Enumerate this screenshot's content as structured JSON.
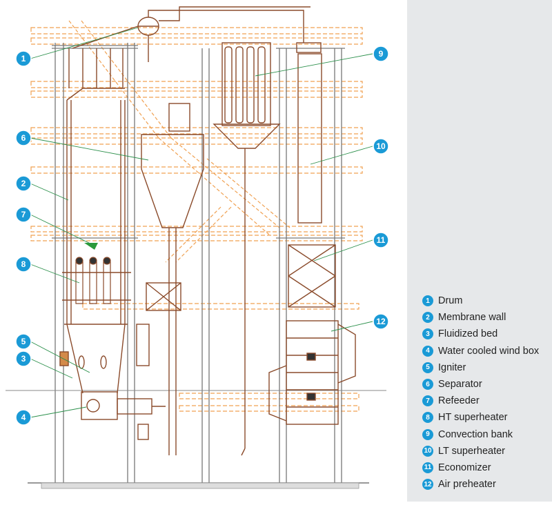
{
  "legend": [
    {
      "num": "1",
      "label": "Drum"
    },
    {
      "num": "2",
      "label": "Membrane wall"
    },
    {
      "num": "3",
      "label": "Fluidized bed"
    },
    {
      "num": "4",
      "label": "Water cooled wind box"
    },
    {
      "num": "5",
      "label": "Igniter"
    },
    {
      "num": "6",
      "label": "Separator"
    },
    {
      "num": "7",
      "label": "Refeeder"
    },
    {
      "num": "8",
      "label": "HT superheater"
    },
    {
      "num": "9",
      "label": "Convection bank"
    },
    {
      "num": "10",
      "label": "LT superheater"
    },
    {
      "num": "11",
      "label": "Economizer"
    },
    {
      "num": "12",
      "label": "Air preheater"
    }
  ],
  "colors": {
    "callout_blue": "#1a9ad6",
    "callout_line": "#2a8f4a",
    "structure_orange": "#f0a050",
    "equipment_brown": "#8a4a2a",
    "frame_gray": "#777777",
    "legend_panel": "#e6e8ea"
  }
}
